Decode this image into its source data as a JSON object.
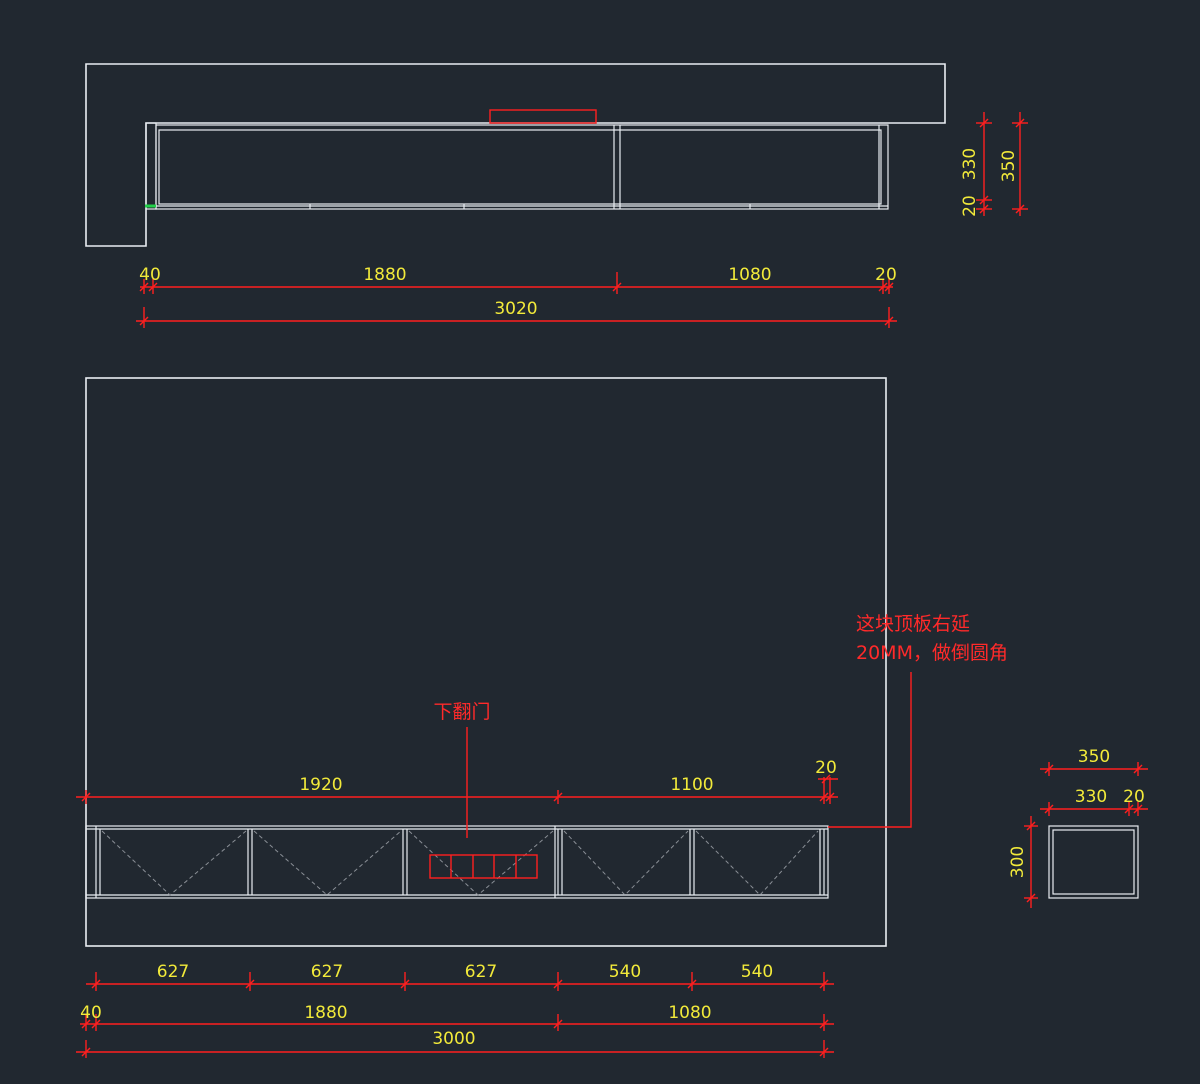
{
  "colors": {
    "background": "#212830",
    "outline": "#e9edf2",
    "dimension_line": "#ff1f1f",
    "dimension_text": "#f2ea3a",
    "annotation_text": "#ff2a2a"
  },
  "plan_view": {
    "dims_horizontal": [
      "40",
      "1880",
      "1080",
      "20"
    ],
    "overall": "3020",
    "dims_vertical": [
      "330",
      "20",
      "350"
    ]
  },
  "front_view": {
    "top_dims": [
      "1920",
      "1100",
      "20"
    ],
    "bay_dims": [
      "627",
      "627",
      "627",
      "540",
      "540"
    ],
    "mid_dims": [
      "40",
      "1880",
      "1080"
    ],
    "overall": "3000",
    "label_flap_door": "下翻门",
    "note_line1": "这块顶板右延",
    "note_line2": "20MM，做倒圆角"
  },
  "section_view": {
    "dims_top": [
      "350",
      "330",
      "20"
    ],
    "height": "300"
  }
}
